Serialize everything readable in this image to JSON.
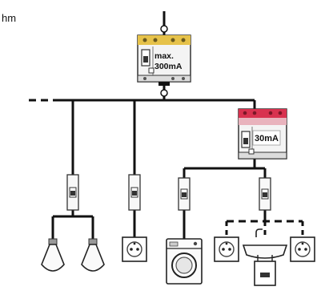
{
  "corner_text": "hm",
  "rcd_main": {
    "label_line1": "max.",
    "label_line2": "300mA",
    "color": "#e6c24a"
  },
  "rcd_secondary": {
    "label": "30mA",
    "color": "#d8324f"
  },
  "icons": {
    "lamp": "light-bulb-icon",
    "socket": "wall-socket-icon",
    "washer": "washing-machine-icon",
    "sink": "sink-with-water-heater-icon",
    "breaker": "circuit-breaker-icon"
  },
  "colors": {
    "wire": "#111111",
    "rcd_yellow": "#e6c24a",
    "rcd_red": "#d8324f",
    "device_grey": "#f2f2f2"
  }
}
